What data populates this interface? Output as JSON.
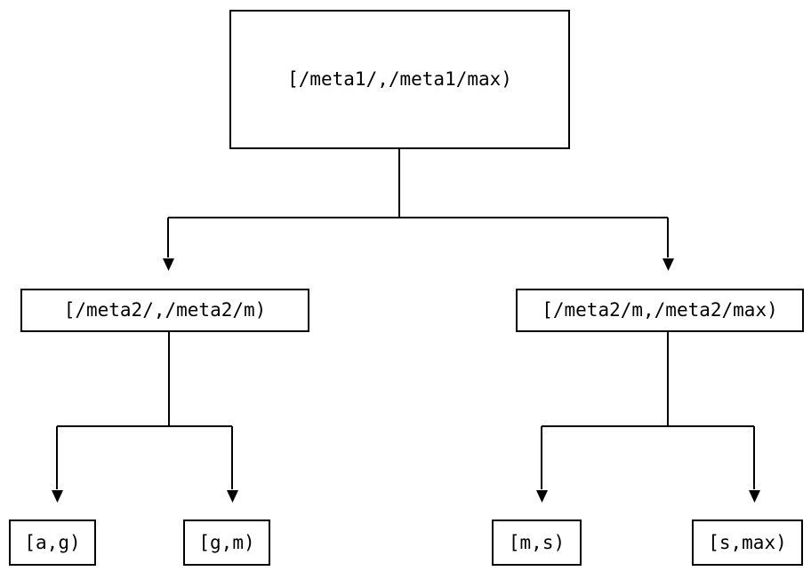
{
  "diagram": {
    "type": "interval-partition-tree",
    "background_color": "#ffffff",
    "line_color": "#000000",
    "text_color": "#000000",
    "nodes": {
      "root": {
        "label": "[/meta1/,/meta1/max)"
      },
      "mid_left": {
        "label": "[/meta2/,/meta2/m)"
      },
      "mid_right": {
        "label": "[/meta2/m,/meta2/max)"
      },
      "leaf_1": {
        "label": "[a,g)"
      },
      "leaf_2": {
        "label": "[g,m)"
      },
      "leaf_3": {
        "label": "[m,s)"
      },
      "leaf_4": {
        "label": "[s,max)"
      }
    },
    "edges": [
      {
        "from": "root",
        "to": "mid_left",
        "arrow": "down-triangle"
      },
      {
        "from": "root",
        "to": "mid_right",
        "arrow": "down-triangle"
      },
      {
        "from": "mid_left",
        "to": "leaf_1",
        "arrow": "down-triangle"
      },
      {
        "from": "mid_left",
        "to": "leaf_2",
        "arrow": "down-triangle"
      },
      {
        "from": "mid_right",
        "to": "leaf_3",
        "arrow": "down-triangle"
      },
      {
        "from": "mid_right",
        "to": "leaf_4",
        "arrow": "down-triangle"
      }
    ]
  }
}
